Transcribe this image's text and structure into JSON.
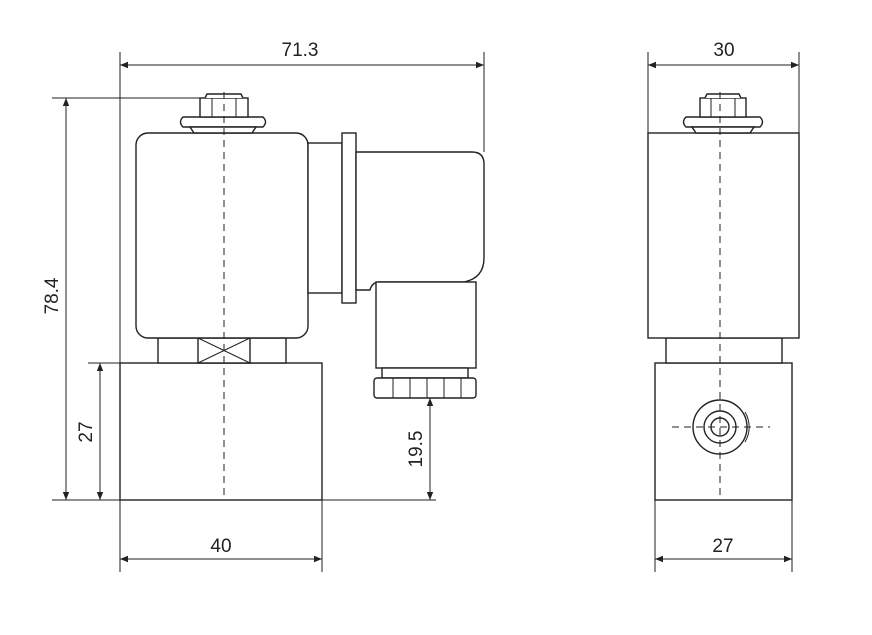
{
  "dimensions": {
    "overall_width": "71.3",
    "overall_height": "78.4",
    "body_height": "27",
    "body_width_front": "40",
    "connector_height": "19.5",
    "side_width": "30",
    "side_body_width": "27"
  }
}
